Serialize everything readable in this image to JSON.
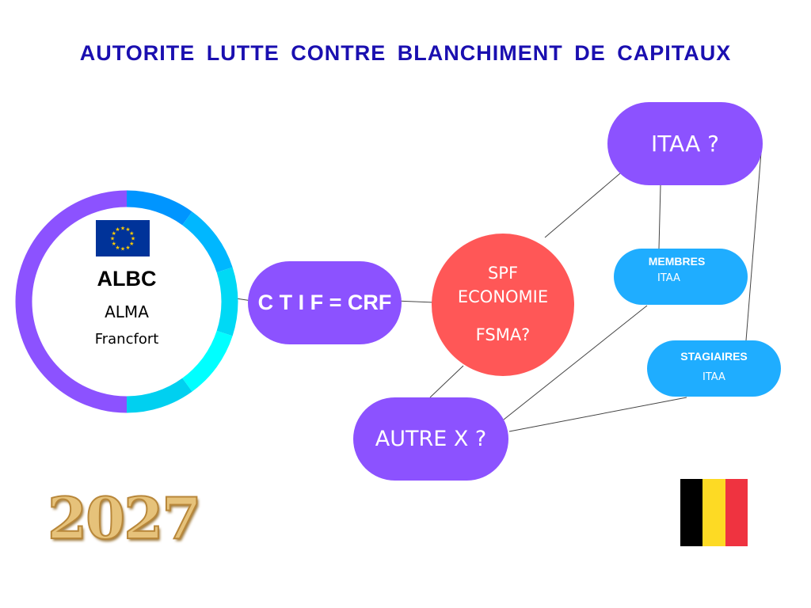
{
  "title": "AUTORITE LUTTE CONTRE BLANCHIMENT DE CAPITAUX",
  "albc": {
    "name": "ALBC",
    "sub": "ALMA",
    "city": "Francfort",
    "flag": "eu-flag-icon"
  },
  "ctif": "C T I F = CRF",
  "spf": {
    "line1": "SPF",
    "line2": "ECONOMIE",
    "line3": "FSMA?"
  },
  "itaa": "ITAA ?",
  "membres": {
    "title": "MEMBRES",
    "sub": "ITAA"
  },
  "stagiaires": {
    "title": "STAGIAIRES",
    "sub": "ITAA"
  },
  "autre": "AUTRE X ?",
  "year": "2027",
  "colors": {
    "purple": "#8c52ff",
    "red": "#ff5757",
    "blue": "#1fadff",
    "title": "#1a0fb0"
  }
}
